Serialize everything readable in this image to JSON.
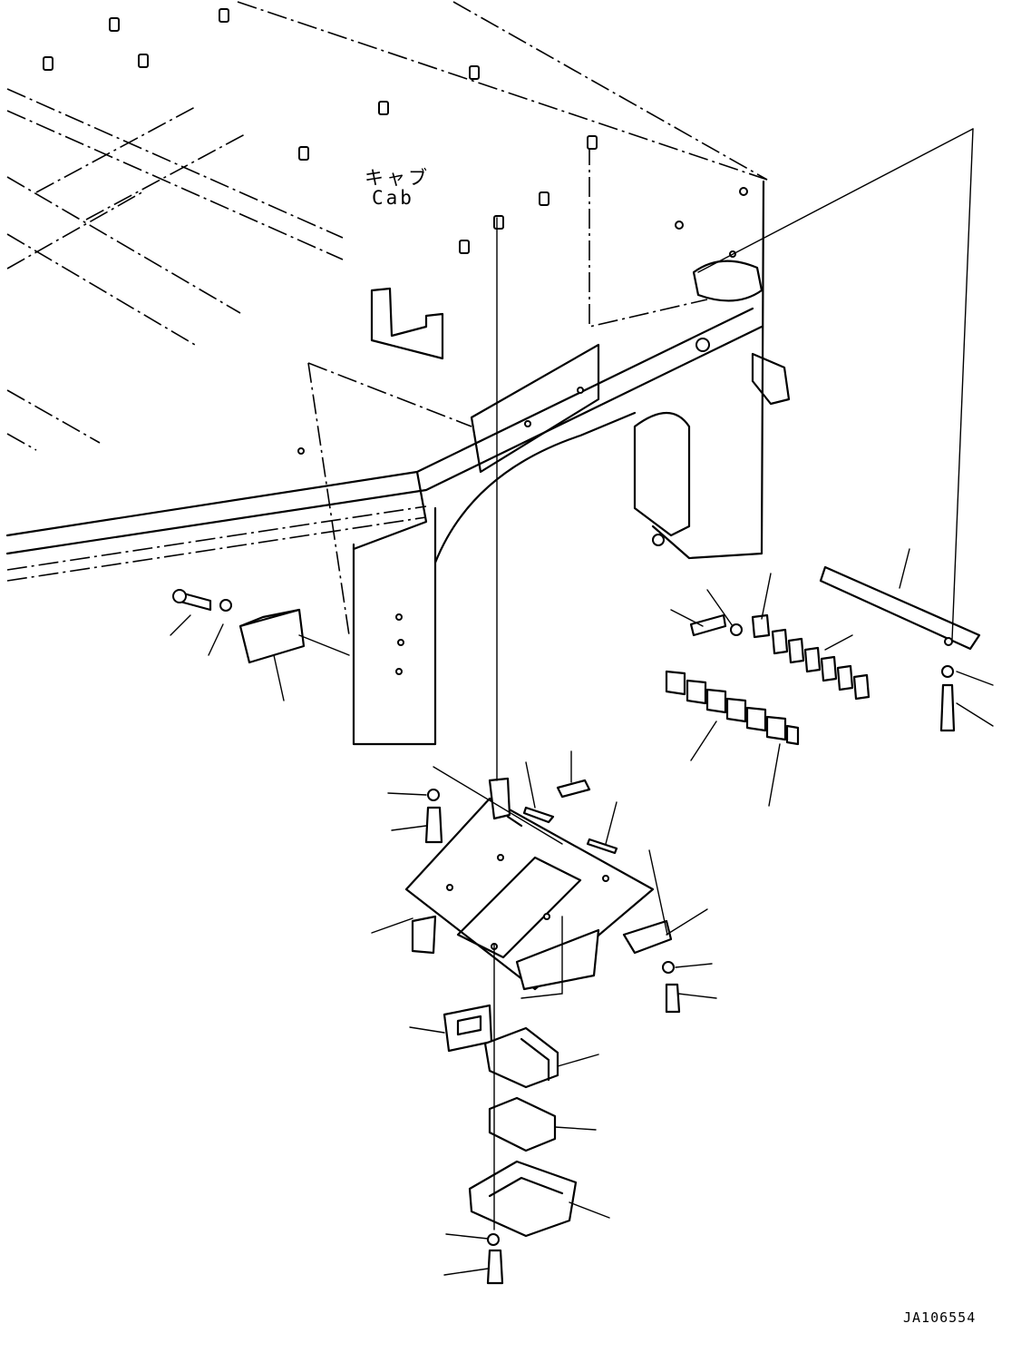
{
  "labels": {
    "cab_japanese": "キャブ",
    "cab_english": "Cab",
    "drawing_number": "JA106554"
  }
}
